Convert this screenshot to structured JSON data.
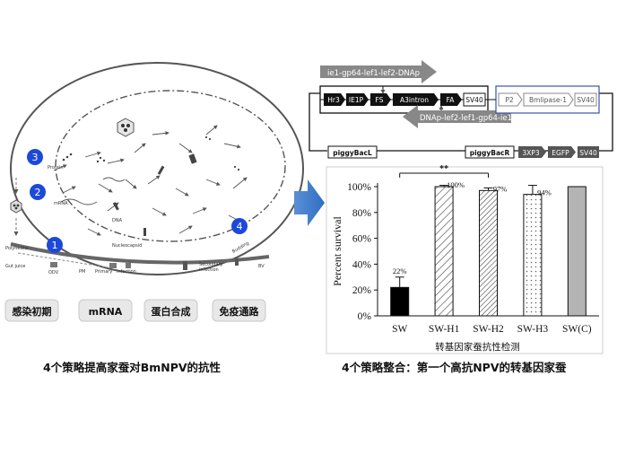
{
  "left_panel": {
    "circle_numbers": [
      "1",
      "2",
      "3",
      "4"
    ],
    "cell_labels": {
      "protein": "Protein",
      "mrna": "mRNA",
      "dna": "DNA",
      "nucleocapsid": "Nucleocapsid",
      "polyhedra": "Polyhedra",
      "gut_juice": "Gut juice",
      "odv": "ODV",
      "pm": "PM",
      "primary_infection": "Primary   infection",
      "secondary_infection": "Secondary\ninfection",
      "budding": "Budding",
      "bv": "BV"
    },
    "stage_buttons": [
      "感染初期",
      "mRNA",
      "蛋白合成",
      "免疫通路"
    ],
    "caption": "4个策略提高家蚕对BmNPV的抗性"
  },
  "construct": {
    "top_arrow_label": "ie1-gp64-lef1-lef2-DNAp",
    "bottom_arrow_label": "DNAp-lef2-lef1-gp64-ie1",
    "elements_left": [
      "Hr3",
      "IE1P",
      "FS",
      "A3intron",
      "FA",
      "SV40"
    ],
    "elements_right": [
      "P2",
      "Bmlipase-1",
      "SV40"
    ],
    "piggybac_left": "piggyBacL",
    "piggybac_right": "piggyBacR",
    "marker": [
      "3XP3",
      "EGFP",
      "SV40"
    ]
  },
  "chart_data": {
    "type": "bar",
    "categories": [
      "SW",
      "SW-H1",
      "SW-H2",
      "SW-H3",
      "SW(C)"
    ],
    "values": [
      22,
      100,
      97,
      94,
      100
    ],
    "errors": [
      8,
      1,
      2,
      7,
      0
    ],
    "data_labels": [
      "22%",
      "100%",
      "97%",
      "94%",
      ""
    ],
    "ylabel": "Percent survival",
    "yticks": [
      "0%",
      "20%",
      "40%",
      "60%",
      "80%",
      "100%"
    ],
    "ylim": [
      0,
      100
    ],
    "significance": "**",
    "subtitle": "转基因家蚕抗性检测",
    "bar_fills": [
      "#000000",
      "hatch",
      "hatch-dense",
      "dots",
      "#b4b4b4"
    ]
  },
  "right_caption": "4个策略整合：第一个高抗NPV的转基因家蚕"
}
